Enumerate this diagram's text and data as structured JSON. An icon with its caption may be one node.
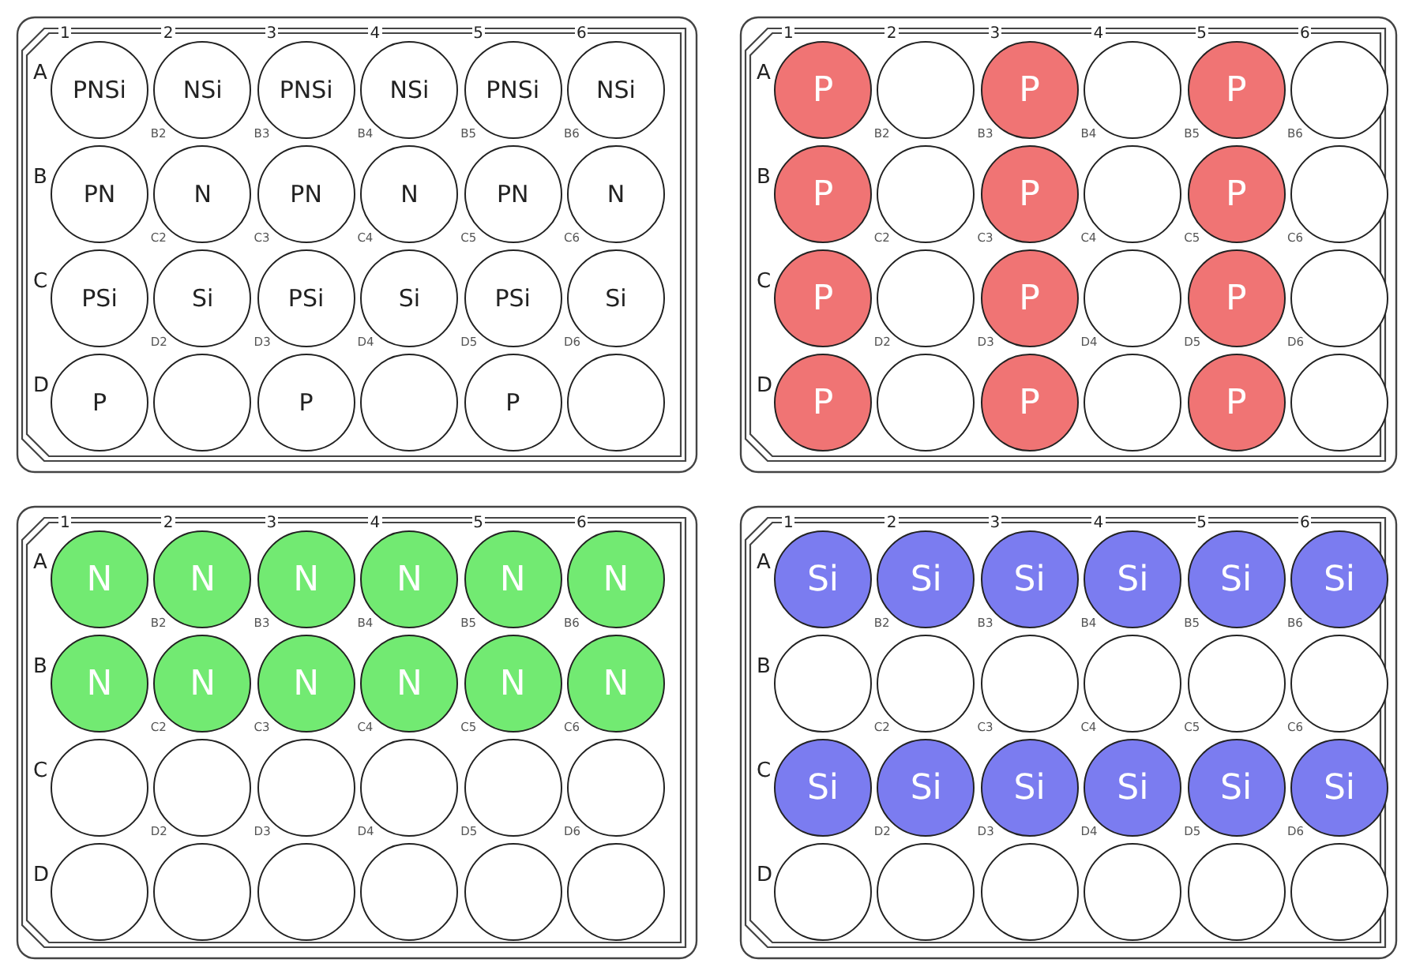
{
  "diagram": {
    "nodes": [
      {
        "text": [],
        "shape": "box"
      },
      {
        "text": [
          "PNSi"
        ],
        "in": 0
      },
      {
        "text": [
          "NSi"
        ],
        "in": 0
      },
      {
        "text": [
          "PNSi"
        ],
        "in": 0
      },
      {
        "text": [
          "NSi"
        ],
        "in": 0
      },
      {
        "text": [
          "PNSi"
        ],
        "in": 0
      },
      {
        "text": [
          "NSi"
        ],
        "in": 0
      },
      {
        "text": [
          "PN"
        ],
        "in": 0
      },
      {
        "text": [
          "N"
        ],
        "in": 0
      },
      {
        "text": [
          "PN"
        ],
        "in": 0
      },
      {
        "text": [
          "N"
        ],
        "in": 0
      },
      {
        "text": [
          "PN"
        ],
        "in": 0
      },
      {
        "text": [
          "N"
        ],
        "in": 0
      },
      {
        "text": [
          "PSi"
        ],
        "in": 0
      },
      {
        "text": [
          "Si"
        ],
        "in": 0
      },
      {
        "text": [
          "PSi"
        ],
        "in": 0
      },
      {
        "text": [
          "Si"
        ],
        "in": 0
      },
      {
        "text": [
          "PSi"
        ],
        "in": 0
      },
      {
        "text": [
          "Si"
        ],
        "in": 0
      },
      {
        "text": [
          "P"
        ],
        "in": 0
      },
      {
        "text": [],
        "shape": "circle",
        "in": 0
      },
      {
        "text": [
          "P"
        ],
        "in": 0
      },
      {
        "text": [],
        "shape": "circle",
        "in": 0
      },
      {
        "text": [
          "P"
        ],
        "in": 0
      },
      {
        "text": [],
        "shape": "circle",
        "in": 0
      },
      {
        "text": [],
        "shape": "box"
      },
      {
        "text": [
          "P"
        ],
        "in": 25
      },
      {
        "text": [],
        "shape": "circle",
        "in": 25
      },
      {
        "text": [
          "P"
        ],
        "in": 25
      },
      {
        "text": [],
        "shape": "circle",
        "in": 25
      },
      {
        "text": [
          "P"
        ],
        "in": 25
      },
      {
        "text": [],
        "shape": "circle",
        "in": 25
      },
      {
        "text": [
          "P"
        ],
        "in": 25
      },
      {
        "text": [],
        "shape": "circle",
        "in": 25
      },
      {
        "text": [
          "P"
        ],
        "in": 25
      },
      {
        "text": [],
        "shape": "circle",
        "in": 25
      },
      {
        "text": [
          "P"
        ],
        "in": 25
      },
      {
        "text": [],
        "shape": "circle",
        "in": 25
      },
      {
        "text": [
          "P"
        ],
        "in": 25
      },
      {
        "text": [],
        "shape": "circle",
        "in": 25
      },
      {
        "text": [
          "P"
        ],
        "in": 25
      },
      {
        "text": [],
        "shape": "circle",
        "in": 25
      },
      {
        "text": [
          "P"
        ],
        "in": 25
      },
      {
        "text": [],
        "shape": "circle",
        "in": 25
      },
      {
        "text": [
          "P"
        ],
        "in": 25
      },
      {
        "text": [],
        "shape": "circle",
        "in": 25
      },
      {
        "text": [
          "P"
        ],
        "in": 25
      },
      {
        "text": [],
        "shape": "circle",
        "in": 25
      },
      {
        "text": [
          "P"
        ],
        "in": 25
      },
      {
        "text": [],
        "shape": "circle",
        "in": 25
      },
      {
        "text": [],
        "shape": "box"
      },
      {
        "text": [
          "N"
        ],
        "in": 50
      },
      {
        "text": [
          "N"
        ],
        "in": 50
      },
      {
        "text": [
          "N"
        ],
        "in": 50
      },
      {
        "text": [
          "N"
        ],
        "in": 50
      },
      {
        "text": [
          "N"
        ],
        "in": 50
      },
      {
        "text": [
          "N"
        ],
        "in": 50
      },
      {
        "text": [
          "N"
        ],
        "in": 50
      },
      {
        "text": [
          "N"
        ],
        "in": 50
      },
      {
        "text": [
          "N"
        ],
        "in": 50
      },
      {
        "text": [
          "N"
        ],
        "in": 50
      },
      {
        "text": [
          "N"
        ],
        "in": 50
      },
      {
        "text": [
          "N"
        ],
        "in": 50
      },
      {
        "text": [],
        "shape": "circle",
        "in": 50
      },
      {
        "text": [],
        "shape": "circle",
        "in": 50
      },
      {
        "text": [],
        "shape": "circle",
        "in": 50
      },
      {
        "text": [],
        "shape": "circle",
        "in": 50
      },
      {
        "text": [],
        "shape": "circle",
        "in": 50
      },
      {
        "text": [],
        "shape": "circle",
        "in": 50
      },
      {
        "text": [],
        "shape": "circle",
        "in": 50
      },
      {
        "text": [],
        "shape": "circle",
        "in": 50
      },
      {
        "text": [],
        "shape": "circle",
        "in": 50
      },
      {
        "text": [],
        "shape": "circle",
        "in": 50
      },
      {
        "text": [],
        "shape": "circle",
        "in": 50
      },
      {
        "text": [],
        "shape": "circle",
        "in": 50
      },
      {
        "text": [],
        "shape": "box"
      },
      {
        "text": [
          "Si"
        ],
        "in": 75
      },
      {
        "text": [
          "Si"
        ],
        "in": 75
      },
      {
        "text": [
          "Si"
        ],
        "in": 75
      },
      {
        "text": [
          "Si"
        ],
        "in": 75
      },
      {
        "text": [
          "Si"
        ],
        "in": 75
      },
      {
        "text": [
          "Si"
        ],
        "in": 75
      },
      {
        "text": [],
        "shape": "circle",
        "in": 75
      },
      {
        "text": [],
        "shape": "circle",
        "in": 75
      },
      {
        "text": [],
        "shape": "circle",
        "in": 75
      },
      {
        "text": [],
        "shape": "circle",
        "in": 75
      },
      {
        "text": [],
        "shape": "circle",
        "in": 75
      },
      {
        "text": [],
        "shape": "circle",
        "in": 75
      },
      {
        "text": [
          "Si"
        ],
        "in": 75
      },
      {
        "text": [
          "Si"
        ],
        "in": 75
      },
      {
        "text": [
          "Si"
        ],
        "in": 75
      },
      {
        "text": [
          "Si"
        ],
        "in": 75
      },
      {
        "text": [
          "Si"
        ],
        "in": 75
      },
      {
        "text": [
          "Si"
        ],
        "in": 75
      },
      {
        "text": [],
        "shape": "circle",
        "in": 75
      },
      {
        "text": [],
        "shape": "circle",
        "in": 75
      },
      {
        "text": [],
        "shape": "circle",
        "in": 75
      },
      {
        "text": [],
        "shape": "circle",
        "in": 75
      },
      {
        "text": [],
        "shape": "circle",
        "in": 75
      },
      {
        "text": [],
        "shape": "circle",
        "in": 75
      }
    ],
    "labels": [
      "1",
      "2",
      "3",
      "4",
      "5",
      "6",
      "A",
      "B2",
      "B3",
      "B4",
      "B5",
      "B6",
      "B",
      "C2",
      "C3",
      "C4",
      "C5",
      "C6",
      "C",
      "D2",
      "D3",
      "D4",
      "D5",
      "D6",
      "D",
      "1",
      "2",
      "3",
      "4",
      "5",
      "6",
      "A",
      "B2",
      "B3",
      "B4",
      "B5",
      "B6",
      "B",
      "C2",
      "C3",
      "C4",
      "C5",
      "C6",
      "C",
      "D2",
      "D3",
      "D4",
      "D5",
      "D6",
      "D",
      "1",
      "2",
      "3",
      "4",
      "5",
      "6",
      "A",
      "B2",
      "B3",
      "B4",
      "B5",
      "B6",
      "B",
      "C2",
      "C3",
      "C4",
      "C5",
      "C6",
      "C",
      "D2",
      "D3",
      "D4",
      "D5",
      "D6",
      "D",
      "1",
      "2",
      "3",
      "4",
      "5",
      "6",
      "A",
      "B2",
      "B3",
      "B4",
      "B5",
      "B6",
      "B",
      "C2",
      "C3",
      "C4",
      "C5",
      "C6",
      "C",
      "D2",
      "D3",
      "D4",
      "D5",
      "D6",
      "D"
    ]
  }
}
